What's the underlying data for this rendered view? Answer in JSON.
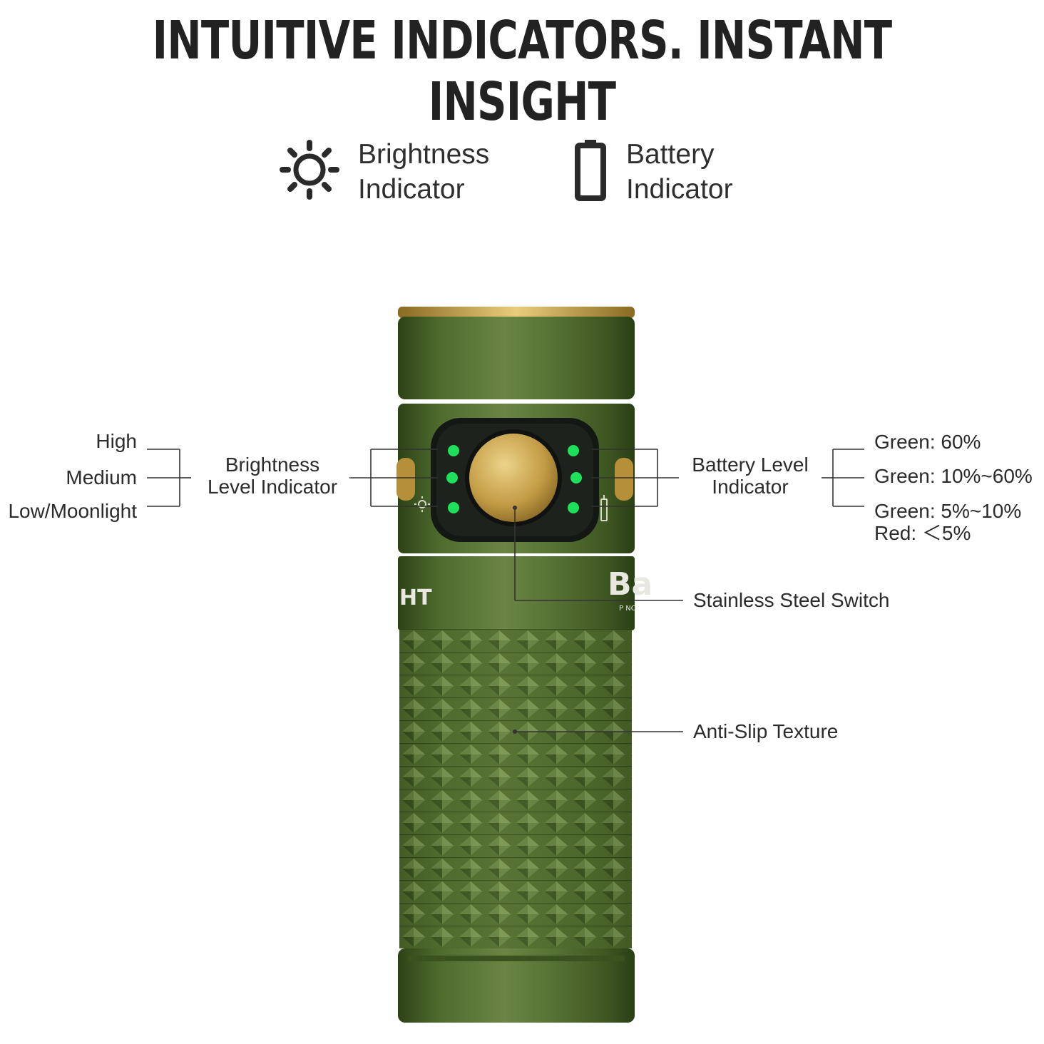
{
  "header": {
    "title": "INTUITIVE INDICATORS. INSTANT INSIGHT"
  },
  "legend": {
    "brightness": {
      "line1": "Brightness",
      "line2": "Indicator",
      "icon": "sun-icon"
    },
    "battery": {
      "line1": "Battery",
      "line2": "Indicator",
      "icon": "battery-icon"
    }
  },
  "left_labels": {
    "levels": [
      "High",
      "Medium",
      "Low/Moonlight"
    ],
    "group_line1": "Brightness",
    "group_line2": "Level Indicator"
  },
  "right_labels": {
    "group_line1": "Battery Level",
    "group_line2": "Indicator",
    "levels": [
      "Green:  60%",
      "Green: 10%~60%",
      "Green: 5%~10%"
    ],
    "levels_extra": "Red: ＜5%"
  },
  "callouts": {
    "switch": "Stainless Steel Switch",
    "texture": "Anti-Slip Texture"
  },
  "product_marks": {
    "left": "HT",
    "right": "Ba",
    "right_small": "P NO"
  },
  "colors": {
    "body_green": "#4d6a2e",
    "body_dark": "#2f4419",
    "brass": "#c8a24a",
    "led_green": "#1fe05a",
    "line": "#333333"
  }
}
